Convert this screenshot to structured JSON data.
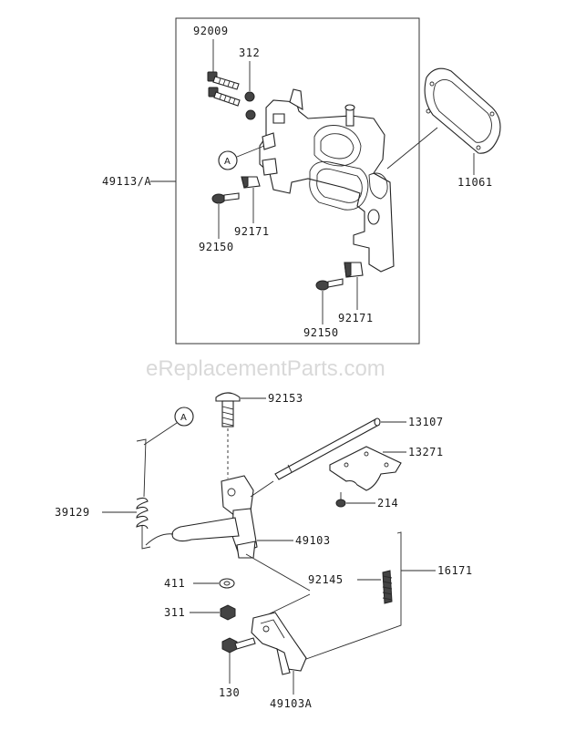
{
  "watermark": "eReplacementParts.com",
  "callout_symbol": "A",
  "labels": {
    "p92009": "92009",
    "p312": "312",
    "p11061": "11061",
    "p49113A": "49113/A",
    "p92171_a": "92171",
    "p92150_a": "92150",
    "p92171_b": "92171",
    "p92150_b": "92150",
    "p92153": "92153",
    "p13107": "13107",
    "p13271": "13271",
    "p214": "214",
    "p39129": "39129",
    "p49103": "49103",
    "p411": "411",
    "p92145": "92145",
    "p16171": "16171",
    "p311": "311",
    "p130": "130",
    "p49103A": "49103A"
  },
  "colors": {
    "line": "#2a2a2a",
    "watermark": "#d9d9d9"
  }
}
